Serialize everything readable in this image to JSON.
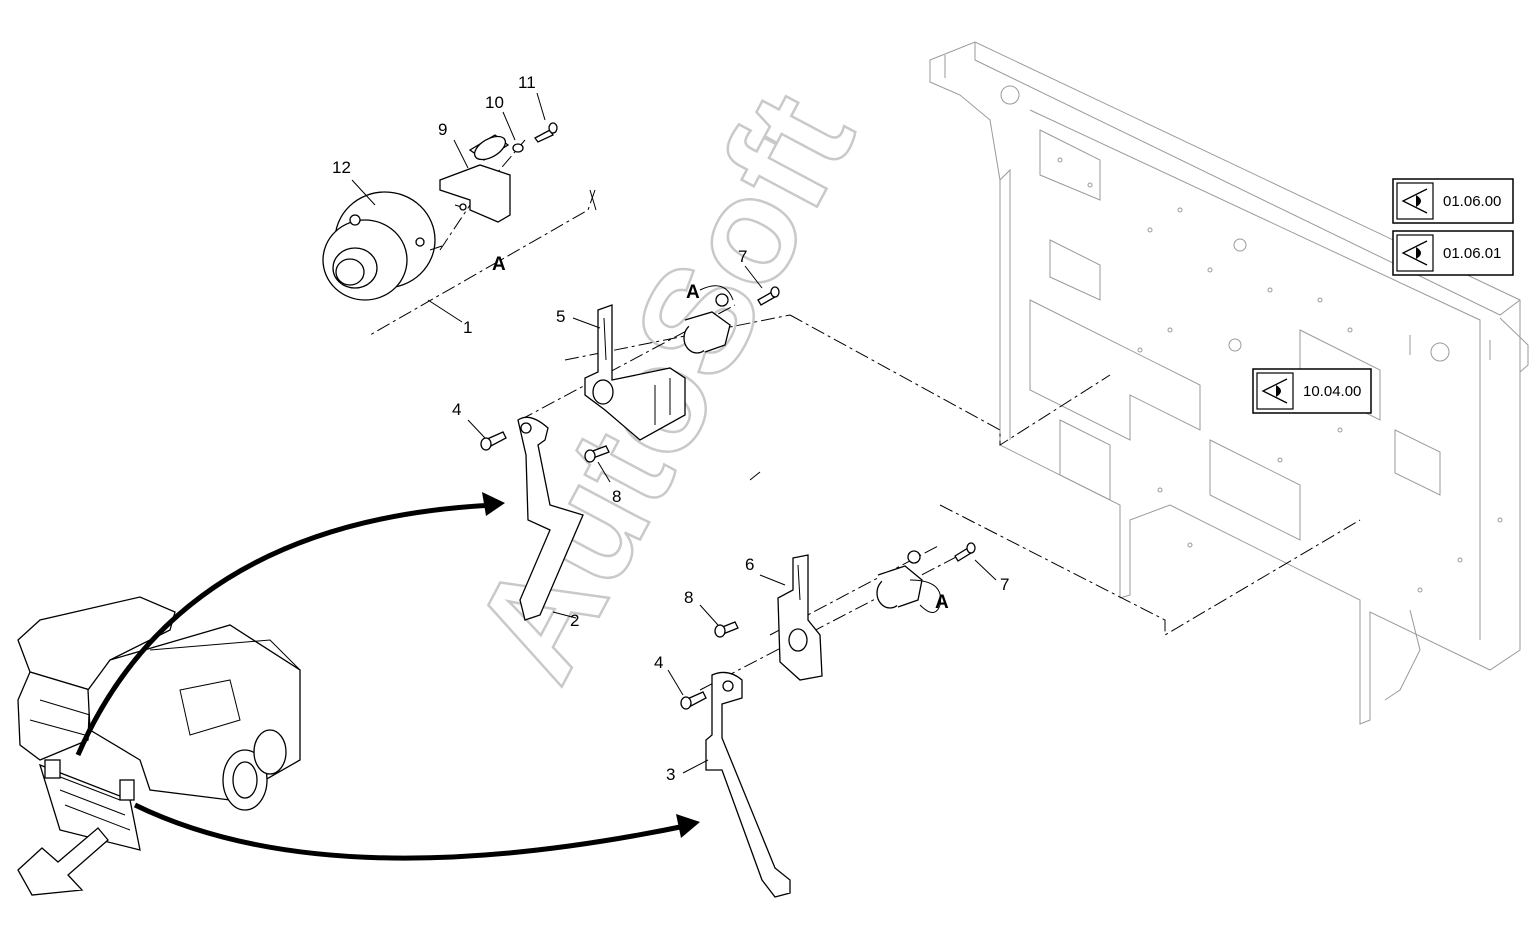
{
  "watermark": "AutoSoft",
  "view_label": "A",
  "callouts": {
    "c1": "1",
    "c2": "2",
    "c3": "3",
    "c4a": "4",
    "c4b": "4",
    "c5": "5",
    "c6": "6",
    "c7a": "7",
    "c7b": "7",
    "c8a": "8",
    "c8b": "8",
    "c9": "9",
    "c10": "10",
    "c11": "11",
    "c12": "12"
  },
  "view_refs": [
    {
      "code": "01.06.00",
      "icon": "eye-icon"
    },
    {
      "code": "01.06.01",
      "icon": "eye-icon"
    },
    {
      "code": "10.04.00",
      "icon": "eye-icon"
    }
  ]
}
